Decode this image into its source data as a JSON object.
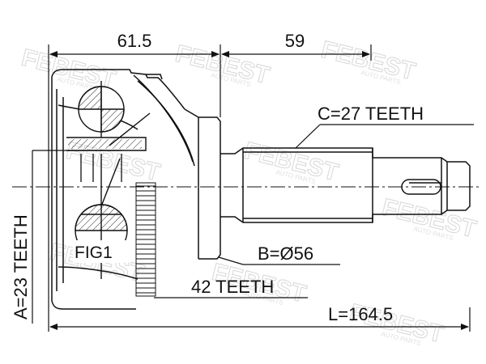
{
  "drawing": {
    "dim_top_left": "61.5",
    "dim_top_right": "59",
    "label_c": "C=27 TEETH",
    "label_a": "A=23 TEETH",
    "label_b": "B=Ø56",
    "label_teeth": "42 TEETH",
    "label_l": "L=164.5",
    "label_fig": "FIG1"
  },
  "watermark": {
    "brand": "FEBEST",
    "sub": "AUTO PARTS"
  },
  "colors": {
    "line": "#111111",
    "watermark": "#d6d6d6"
  }
}
